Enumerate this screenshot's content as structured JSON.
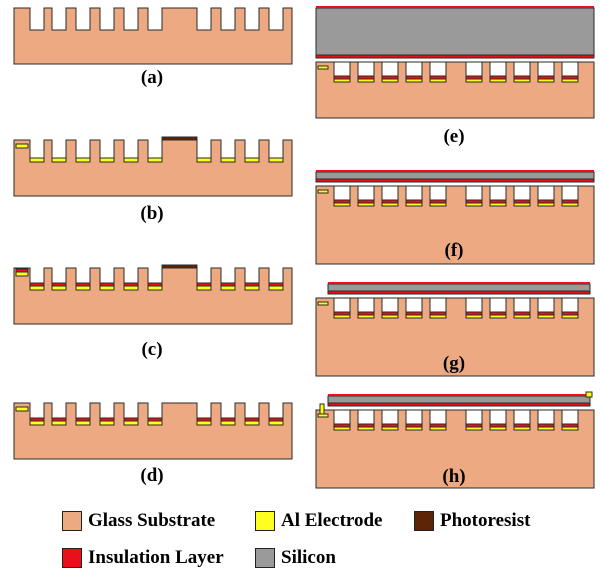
{
  "panels": [
    {
      "label": "(a)"
    },
    {
      "label": "(b)"
    },
    {
      "label": "(c)"
    },
    {
      "label": "(d)"
    },
    {
      "label": "(e)"
    },
    {
      "label": "(f)"
    },
    {
      "label": "(g)"
    },
    {
      "label": "(h)"
    }
  ],
  "legend": [
    {
      "label": "Glass Substrate",
      "color": "#EDAA82"
    },
    {
      "label": "Al Electrode",
      "color": "#FFFF1E"
    },
    {
      "label": "Photoresist",
      "color": "#5C2507"
    },
    {
      "label": "Insulation Layer",
      "color": "#E8101A"
    },
    {
      "label": "Silicon",
      "color": "#9A9A9A"
    }
  ],
  "colors": {
    "glass": "#EDAA82",
    "al": "#FFFF1E",
    "photoresist": "#5C2507",
    "insulation": "#E8101A",
    "silicon": "#9A9A9A",
    "outline": "#2A2A2A"
  }
}
